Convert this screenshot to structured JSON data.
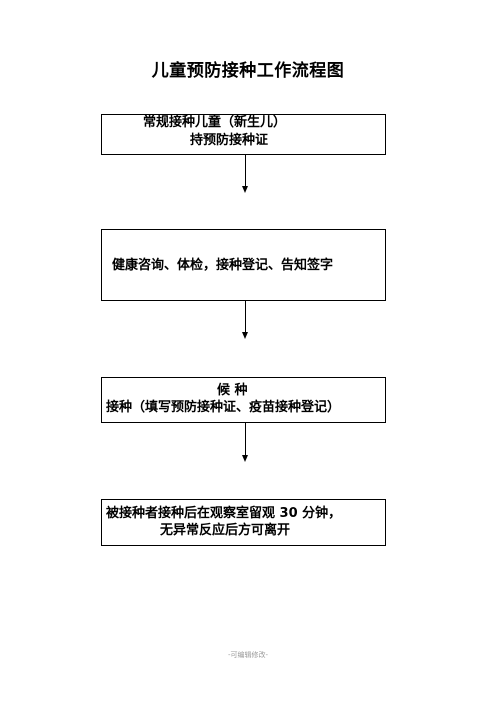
{
  "title": "儿童预防接种工作流程图",
  "steps": [
    {
      "lines": [
        "常规接种儿童（新生儿）",
        "持预防接种证"
      ]
    },
    {
      "lines": [
        "健康咨询、体检，接种登记、告知签字"
      ]
    },
    {
      "lines": [
        "候  种",
        "接种（填写预防接种证、疫苗接种登记）"
      ]
    },
    {
      "lines": [
        "被接种者接种后在观察室留观 30 分钟，",
        "无异常反应后方可离开"
      ]
    }
  ],
  "footer": "-可编辑修改-"
}
